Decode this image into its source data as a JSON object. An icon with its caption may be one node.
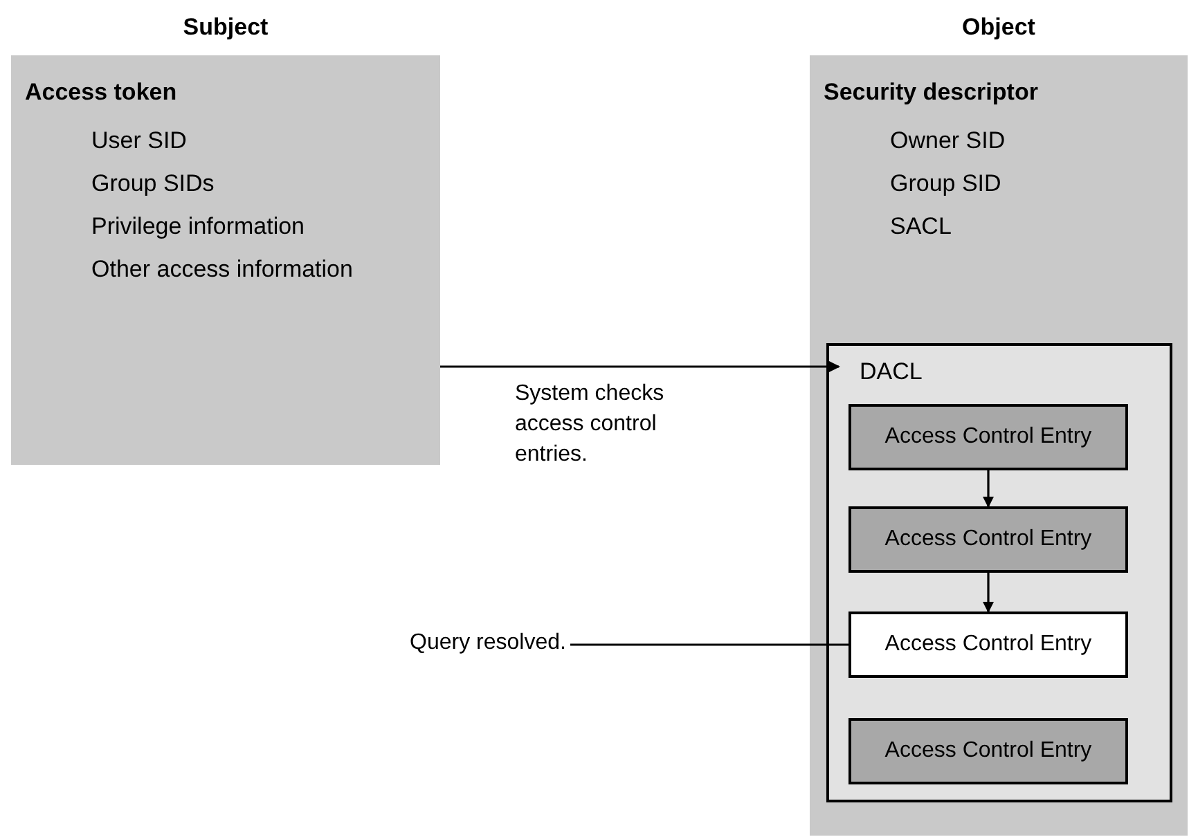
{
  "diagram": {
    "nodes": [
      {
        "text": [
          "Subject",
          "Access token",
          "User SID",
          "Group SIDs",
          "Privilege information",
          "Other access information"
        ]
      },
      {
        "text": [
          "Object",
          "Security descriptor",
          "Owner SID",
          "Group SID",
          "SACL"
        ]
      },
      {
        "text": [
          "DACL"
        ],
        "in": 1
      },
      {
        "text": [
          "Access Control Entry"
        ],
        "in": 2
      },
      {
        "text": [
          "Access Control Entry"
        ],
        "in": 2
      },
      {
        "text": [
          "Access Control Entry"
        ],
        "in": 2
      },
      {
        "text": [
          "Access Control Entry"
        ],
        "in": 2
      },
      {
        "text": [
          "Query resolved."
        ]
      }
    ],
    "edges": [
      {
        "from": 0,
        "to": 2,
        "arrow": "to",
        "label": "System checks access control entries."
      },
      {
        "from": 3,
        "to": 4,
        "arrow": "to"
      },
      {
        "from": 4,
        "to": 5,
        "arrow": "to"
      },
      {
        "from": 7,
        "to": 5,
        "arrow": "none"
      }
    ]
  }
}
